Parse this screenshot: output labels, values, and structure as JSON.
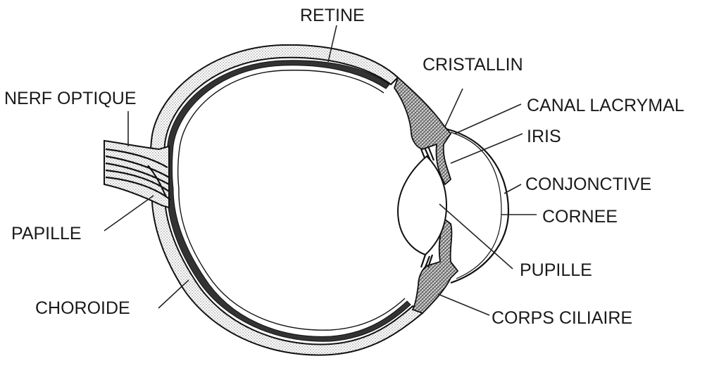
{
  "labels": {
    "retine": "RETINE",
    "cristallin": "CRISTALLIN",
    "nerf_optique": "NERF OPTIQUE",
    "canal_lacrymal": "CANAL LACRYMAL",
    "iris": "IRIS",
    "conjonctive": "CONJONCTIVE",
    "cornee": "CORNEE",
    "papille": "PAPILLE",
    "pupille": "PUPILLE",
    "choroide": "CHOROIDE",
    "corps_ciliaire": "CORPS CILIAIRE"
  },
  "colors": {
    "line": "#111111",
    "stipple": "#b8b8b8",
    "dark_layer": "#3a3a3a",
    "background": "#ffffff"
  }
}
